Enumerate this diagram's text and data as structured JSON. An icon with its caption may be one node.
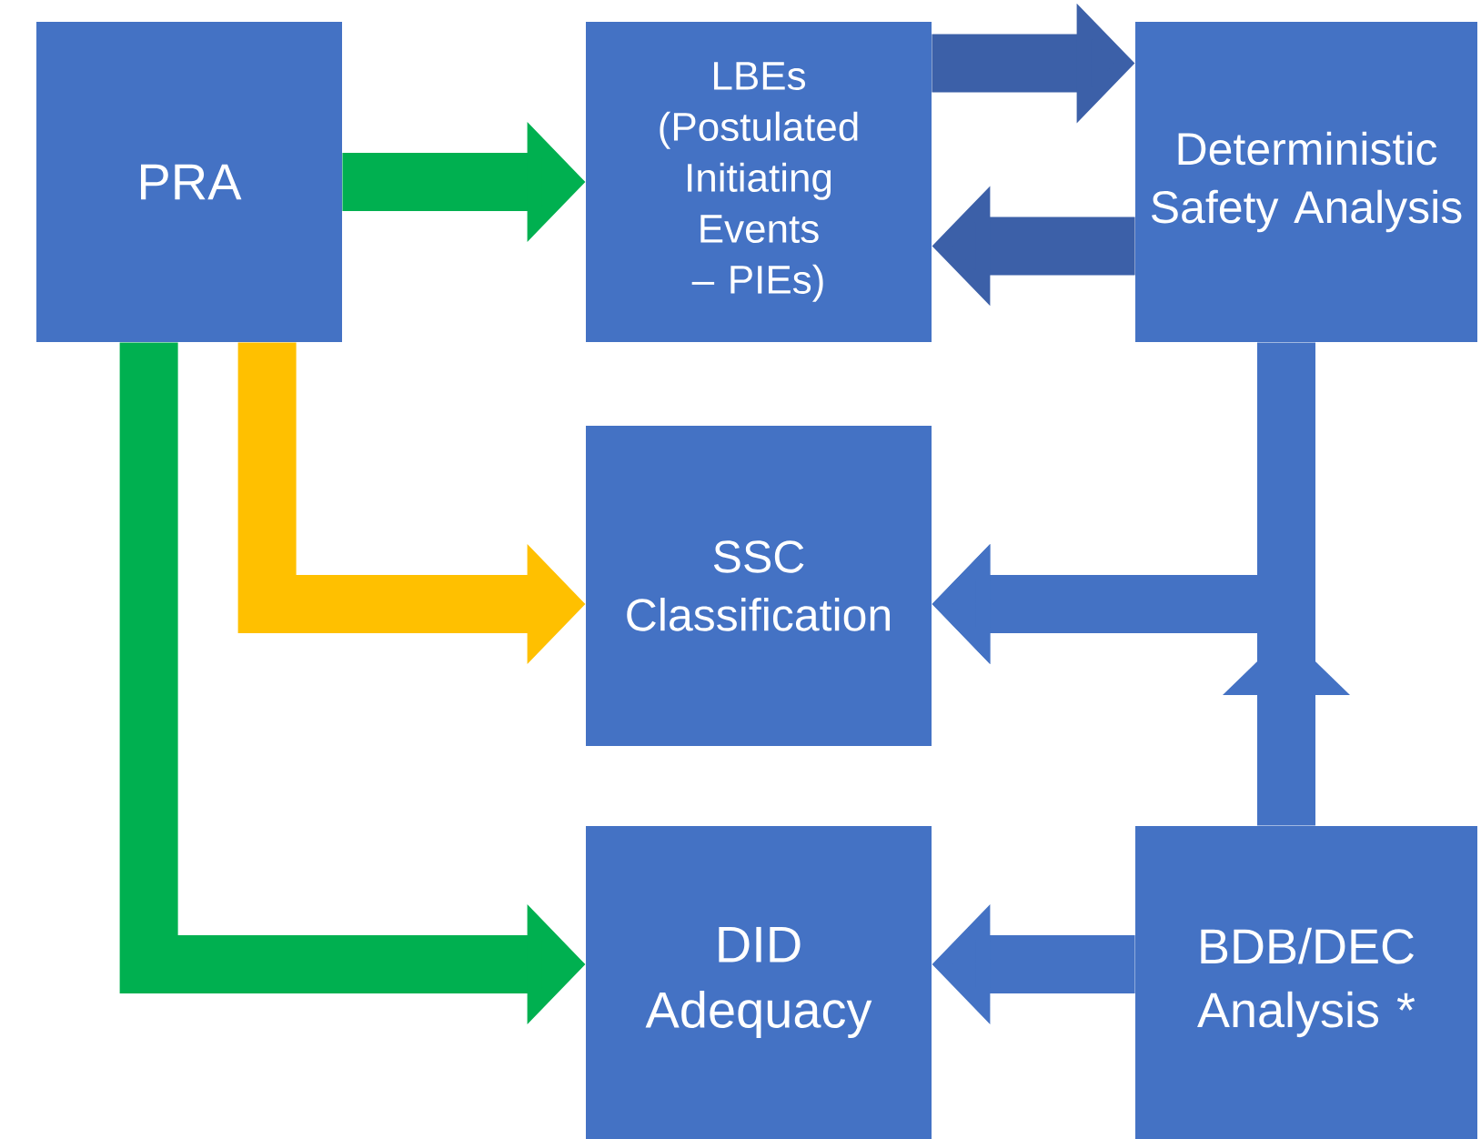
{
  "diagram": {
    "nodes": [
      {
        "text": [
          "PRA"
        ]
      },
      {
        "text": [
          "LBEs (Postulated Initiating Events – PIEs)"
        ]
      },
      {
        "text": [
          "Deterministic Safety Analysis"
        ]
      },
      {
        "text": [
          "SSC Classification"
        ]
      },
      {
        "text": [
          "DID Adequacy"
        ]
      },
      {
        "text": [
          "BDB/DEC Analysis *"
        ]
      }
    ],
    "edges": [
      {
        "from": 0,
        "to": 1,
        "arrow": "to",
        "color": "#00b050"
      },
      {
        "from": 1,
        "to": 2,
        "arrow": "to",
        "color": "#3c60a8"
      },
      {
        "from": 2,
        "to": 1,
        "arrow": "to",
        "color": "#3c60a8"
      },
      {
        "from": 0,
        "to": 3,
        "arrow": "to",
        "color": "#ffc000"
      },
      {
        "from": 0,
        "to": 4,
        "arrow": "to",
        "color": "#00b050"
      },
      {
        "from": 2,
        "to": 3,
        "arrow": "to"
      },
      {
        "from": 5,
        "to": 3,
        "arrow": "to"
      },
      {
        "from": 5,
        "to": 4,
        "arrow": "to"
      }
    ]
  }
}
